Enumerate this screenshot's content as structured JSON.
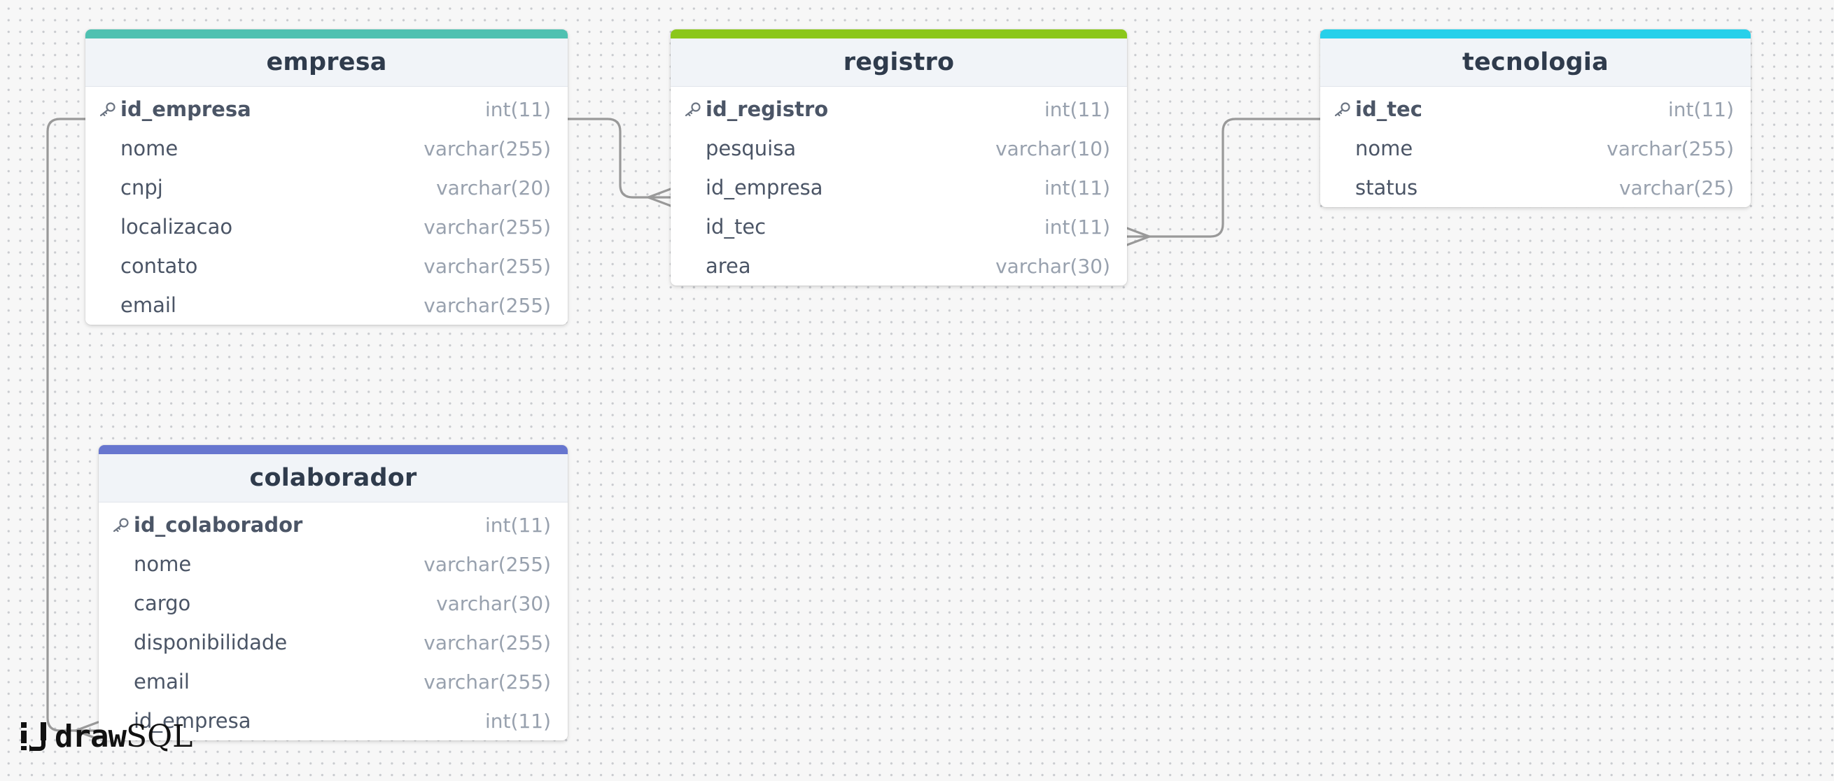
{
  "app": {
    "brand_draw": "draw",
    "brand_sql": "SQL"
  },
  "tables": {
    "empresa": {
      "name": "empresa",
      "color": "#4fc1b1",
      "columns": [
        {
          "name": "id_empresa",
          "type": "int(11)",
          "pk": true
        },
        {
          "name": "nome",
          "type": "varchar(255)"
        },
        {
          "name": "cnpj",
          "type": "varchar(20)"
        },
        {
          "name": "localizacao",
          "type": "varchar(255)"
        },
        {
          "name": "contato",
          "type": "varchar(255)"
        },
        {
          "name": "email",
          "type": "varchar(255)"
        }
      ]
    },
    "registro": {
      "name": "registro",
      "color": "#8bc71a",
      "columns": [
        {
          "name": "id_registro",
          "type": "int(11)",
          "pk": true
        },
        {
          "name": "pesquisa",
          "type": "varchar(10)"
        },
        {
          "name": "id_empresa",
          "type": "int(11)"
        },
        {
          "name": "id_tec",
          "type": "int(11)"
        },
        {
          "name": "area",
          "type": "varchar(30)"
        }
      ]
    },
    "tecnologia": {
      "name": "tecnologia",
      "color": "#27d0ea",
      "columns": [
        {
          "name": "id_tec",
          "type": "int(11)",
          "pk": true
        },
        {
          "name": "nome",
          "type": "varchar(255)"
        },
        {
          "name": "status",
          "type": "varchar(25)"
        }
      ]
    },
    "colaborador": {
      "name": "colaborador",
      "color": "#6776cf",
      "columns": [
        {
          "name": "id_colaborador",
          "type": "int(11)",
          "pk": true
        },
        {
          "name": "nome",
          "type": "varchar(255)"
        },
        {
          "name": "cargo",
          "type": "varchar(30)"
        },
        {
          "name": "disponibilidade",
          "type": "varchar(255)"
        },
        {
          "name": "email",
          "type": "varchar(255)"
        },
        {
          "name": "id_empresa",
          "type": "int(11)"
        }
      ]
    }
  },
  "relations": [
    {
      "from": "empresa.id_empresa",
      "to": "registro.id_empresa",
      "cardinality": "one-to-many"
    },
    {
      "from": "tecnologia.id_tec",
      "to": "registro.id_tec",
      "cardinality": "one-to-many"
    },
    {
      "from": "empresa.id_empresa",
      "to": "colaborador.id_empresa",
      "cardinality": "one-to-many"
    }
  ]
}
